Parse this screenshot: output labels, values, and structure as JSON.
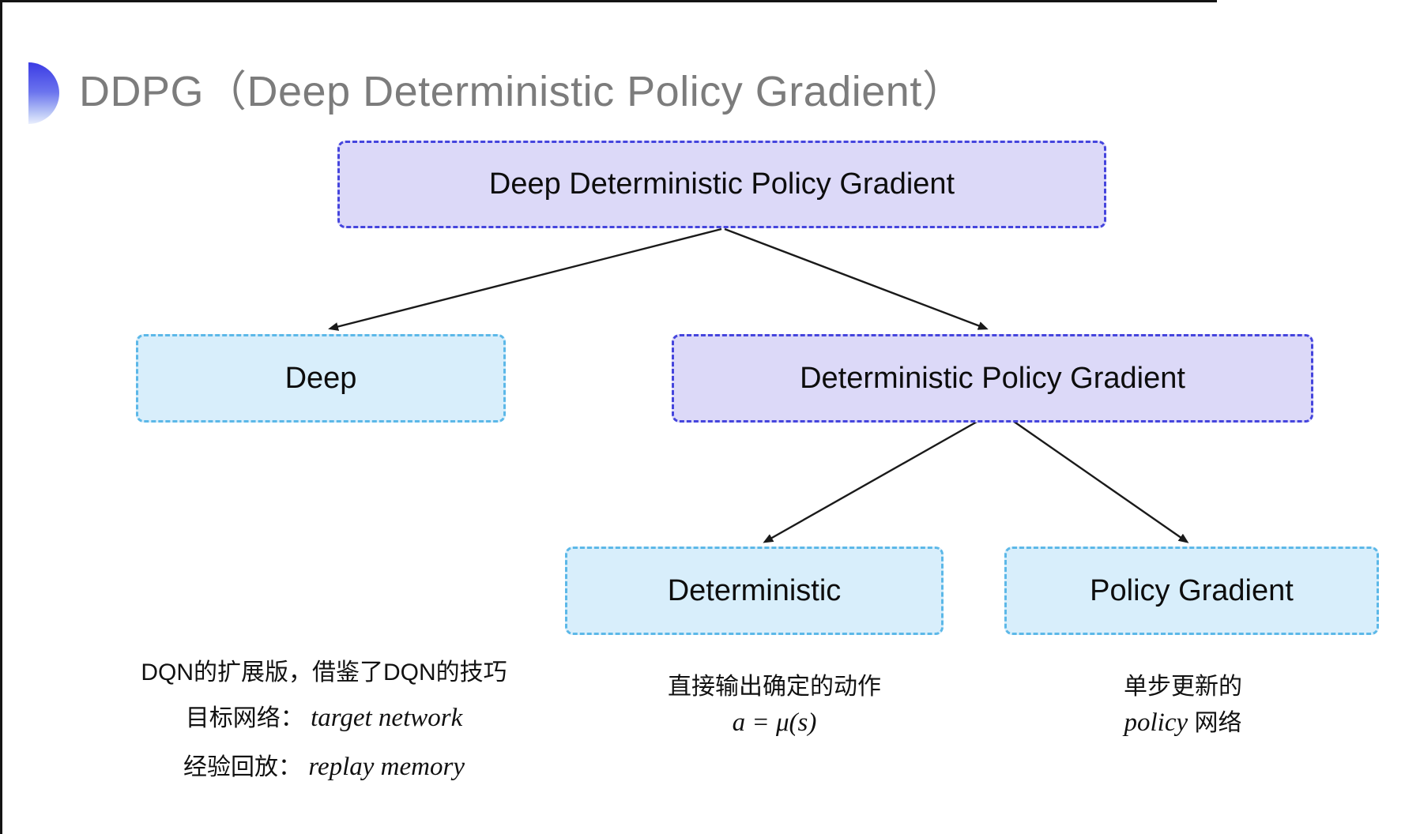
{
  "page": {
    "title": "DDPG（Deep Deterministic Policy Gradient）"
  },
  "diagram": {
    "nodes": [
      {
        "id": "ddpg",
        "label": "Deep Deterministic Policy Gradient",
        "variant": "purple"
      },
      {
        "id": "deep",
        "label": "Deep",
        "variant": "cyan"
      },
      {
        "id": "dpg",
        "label": "Deterministic Policy Gradient",
        "variant": "purple"
      },
      {
        "id": "deterministic",
        "label": "Deterministic",
        "variant": "cyan"
      },
      {
        "id": "policy-gradient",
        "label": "Policy Gradient",
        "variant": "cyan"
      }
    ],
    "edges": [
      {
        "from": "ddpg",
        "to": "deep"
      },
      {
        "from": "ddpg",
        "to": "dpg"
      },
      {
        "from": "dpg",
        "to": "deterministic"
      },
      {
        "from": "dpg",
        "to": "policy-gradient"
      }
    ]
  },
  "annotations": {
    "deep": {
      "line1": "DQN的扩展版，借鉴了DQN的技巧",
      "line2_label": "目标网络：",
      "line2_term": "target network",
      "line3_label": "经验回放：",
      "line3_term": "replay memory"
    },
    "deterministic": {
      "line1": "直接输出确定的动作",
      "line2": "a = μ(s)"
    },
    "policy_gradient": {
      "line1": "单步更新的",
      "line2_term": "policy",
      "line2_suffix": " 网络"
    }
  },
  "colors": {
    "purple_fill": "#dcd9f8",
    "purple_border": "#4545dd",
    "cyan_fill": "#d8eefb",
    "cyan_border": "#5cb8e8",
    "arrow": "#1a1a1a",
    "title_text": "#7c7c7c",
    "node_text": "#0d0d0d",
    "bullet_gradient_top": "#3b3be4",
    "bullet_gradient_bottom": "#e9eefd",
    "edge_line": "#141414"
  }
}
